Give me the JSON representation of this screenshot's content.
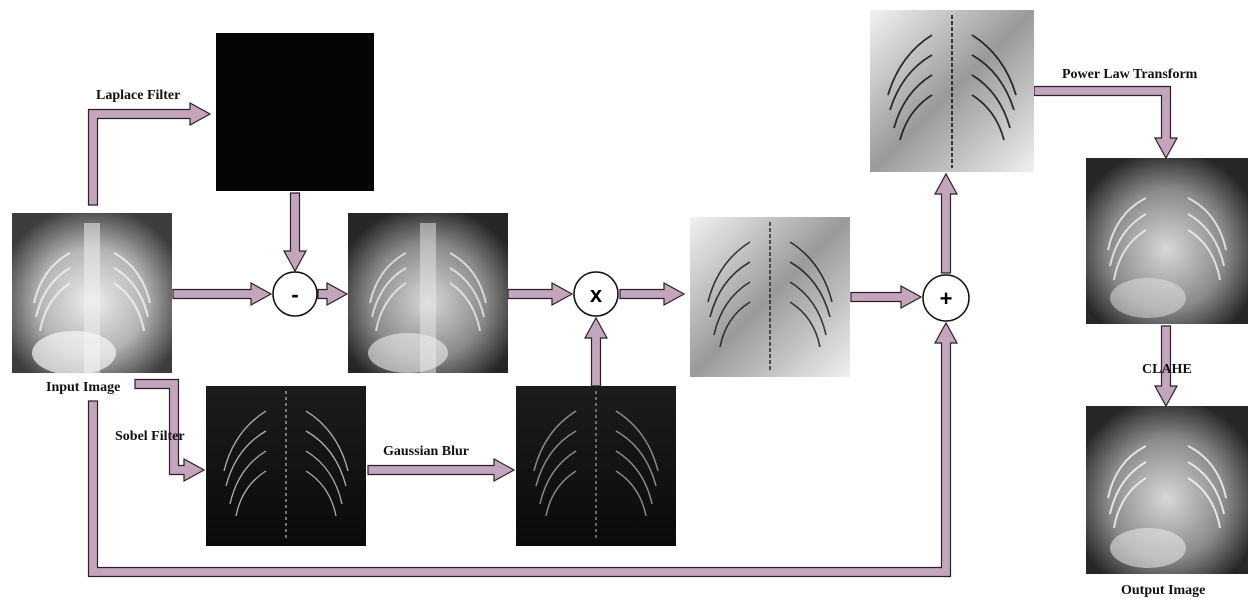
{
  "labels": {
    "input": "Input Image",
    "output": "Output Image",
    "laplace": "Laplace Filter",
    "sobel": "Sobel Filter",
    "gaussian": "Gaussian Blur",
    "power_law": "Power Law Transform",
    "clahe": "CLAHE"
  },
  "operators": {
    "subtract": "-",
    "multiply": "x",
    "add": "+"
  },
  "colors": {
    "arrow_fill": "#c4a6bc",
    "arrow_stroke": "#2b1f29",
    "laplace_image": "#050505"
  }
}
